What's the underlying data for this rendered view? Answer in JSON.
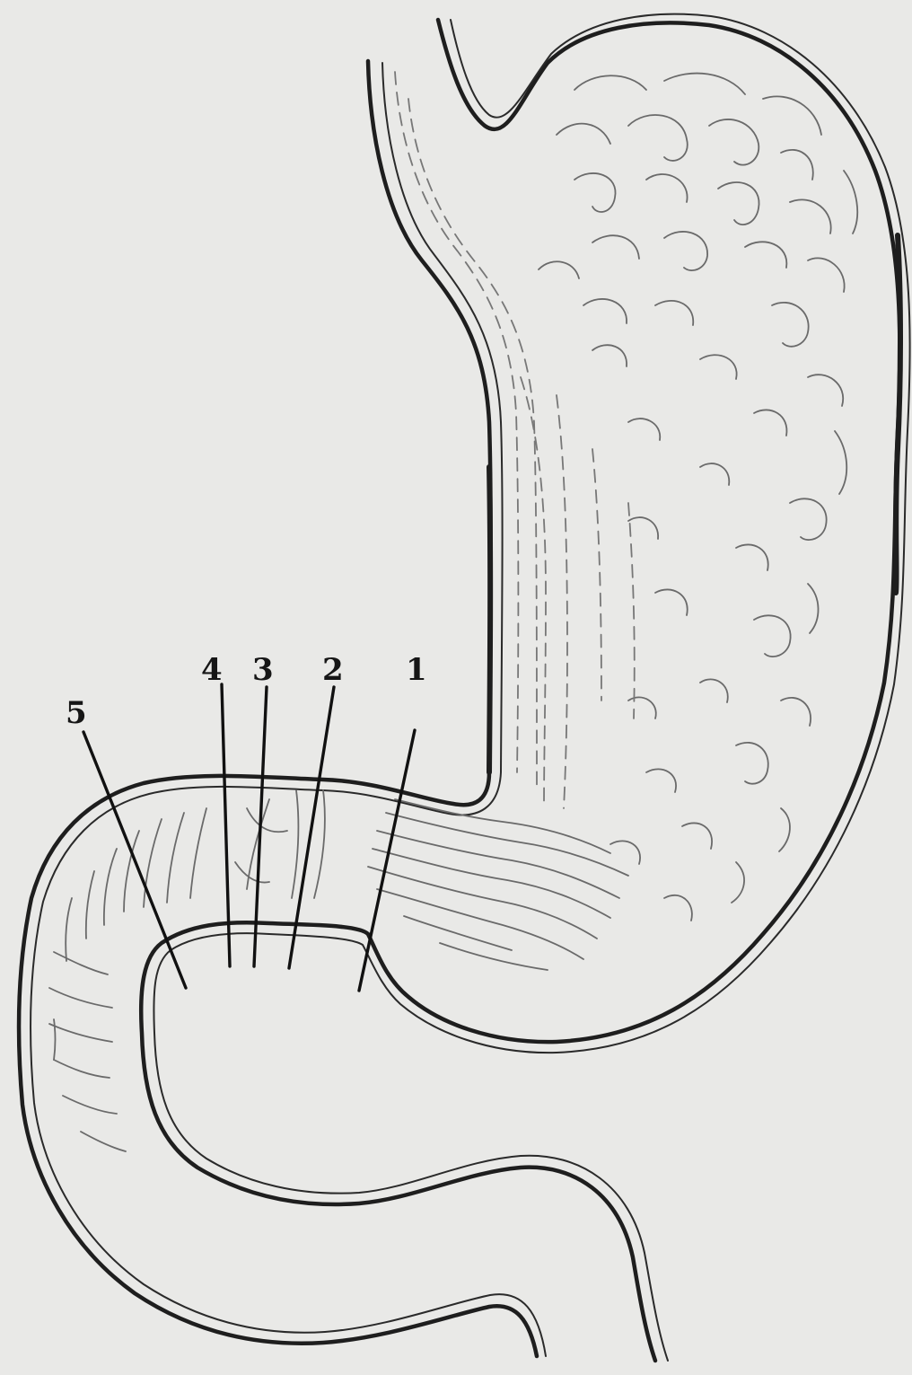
{
  "figure": {
    "labels": [
      {
        "id": "1",
        "text": "1"
      },
      {
        "id": "2",
        "text": "2"
      },
      {
        "id": "3",
        "text": "3"
      },
      {
        "id": "4",
        "text": "4"
      },
      {
        "id": "5",
        "text": "5"
      }
    ]
  },
  "colors": {
    "background": "#e9e9e7",
    "ink": "#1e1e1e"
  }
}
